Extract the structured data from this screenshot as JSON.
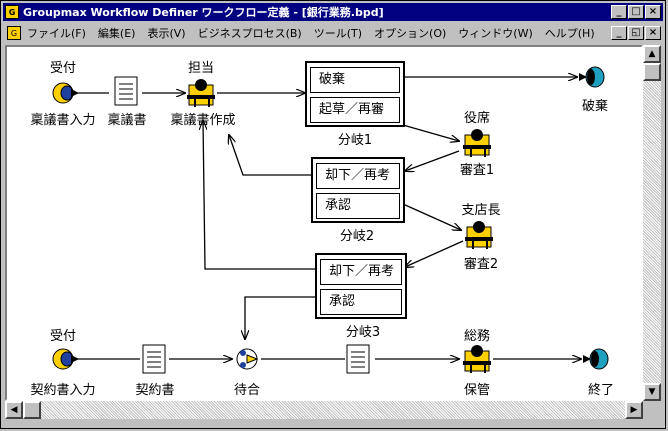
{
  "window": {
    "title": "Groupmax Workflow Definer ワークフロー定義 - [銀行業務.bpd]",
    "caption_buttons": [
      "_",
      "□",
      "×"
    ],
    "mdi_buttons": [
      "_",
      "◱",
      "×"
    ]
  },
  "menu": {
    "items": [
      "ファイル(F)",
      "編集(E)",
      "表示(V)",
      "ビジネスプロセス(B)",
      "ツール(T)",
      "オプション(O)",
      "ウィンドウ(W)",
      "ヘルプ(H)"
    ]
  },
  "flow": {
    "top": {
      "reception_role": "受付",
      "reception_node": "稟議書入力",
      "doc_node": "稟議書",
      "handler_role": "担当",
      "handler_node": "稟議書作成",
      "destroy_node": "破棄"
    },
    "branch1": {
      "label": "分岐1",
      "options": [
        "破棄",
        "起草／再審"
      ]
    },
    "review1": {
      "role": "役席",
      "node": "審査1"
    },
    "branch2": {
      "label": "分岐2",
      "options": [
        "却下／再考",
        "承認"
      ]
    },
    "review2": {
      "role": "支店長",
      "node": "審査2"
    },
    "branch3": {
      "label": "分岐3",
      "options": [
        "却下／再考",
        "承認"
      ]
    },
    "bottom": {
      "reception_role": "受付",
      "reception_node": "契約書入力",
      "doc_node": "契約書",
      "wait_node": "待合",
      "general_role": "総務",
      "store_node": "保管",
      "end_node": "終了"
    }
  },
  "colors": {
    "title_bg": "#000080",
    "canvas_bg": "#ffffff",
    "start_icon": "#ffd000",
    "end_icon": "#20a0c0",
    "person_icon": "#ffd000"
  }
}
